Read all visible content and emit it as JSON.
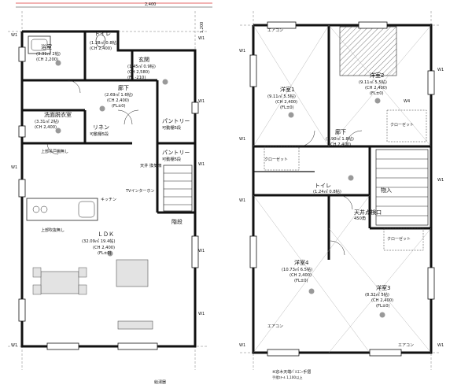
{
  "first_floor": {
    "top_dim": "2,400",
    "side_dim": "1,200",
    "w1_label": "W1",
    "bath": {
      "name": "浴室",
      "area": "(3.31㎡ 2帖)",
      "ch": "(CH 2,200)"
    },
    "toilet": {
      "name": "トイレ",
      "area": "(1.28㎡ 0.8帖)",
      "ch": "(CH 2,400)"
    },
    "entrance": {
      "name": "玄関",
      "area": "(1.45㎡ 0.9帖)",
      "ch": "(CH 2,580)",
      "fl": "(FL -210)"
    },
    "hallway": {
      "name": "廊下",
      "area": "(2.69㎡ 1.6帖)",
      "ch": "(CH 2,400)",
      "fl": "(FL±0)"
    },
    "washroom": {
      "name": "洗面脱衣室",
      "area": "(3.31㎡ 2帖)",
      "ch": "(CH 2,400)"
    },
    "linen": {
      "name": "リネン",
      "detail": "可動棚5段"
    },
    "pantry1": {
      "name": "パントリー",
      "detail": "可動棚5段"
    },
    "pantry2": {
      "name": "パントリー",
      "detail": "可動棚5段"
    },
    "ceiling_storage": "天井 換気扇",
    "stairs_label": "階段",
    "ldk": {
      "name": "ＬＤＫ",
      "area": "(32.09㎡ 19.4帖)",
      "ch": "(CH 2,400)",
      "fl": "(FL±0)"
    },
    "atrium_note": "上部吹抜無し",
    "upper_note": "上部吊戸棚無し",
    "tv_note": "TVインターホン",
    "kitchen_note": "キッチン",
    "bottom_note": "給湯器"
  },
  "second_floor": {
    "w1_label": "W1",
    "w4_label": "W4",
    "room1": {
      "name": "洋室1",
      "area": "(9.11㎡ 5.5帖)",
      "ch": "(CH 2,400)",
      "fl": "(FL±0)"
    },
    "room2": {
      "name": "洋室2",
      "area": "(9.11㎡ 5.5帖)",
      "ch": "(CH 2,400)",
      "fl": "(FL±0)"
    },
    "hallway": {
      "name": "廊下",
      "area": "(2.90㎡ 1.8帖)",
      "ch": "(CH 2,400)"
    },
    "toilet": {
      "name": "トイレ",
      "area": "(1.24㎡ 0.8帖)"
    },
    "storage": {
      "name": "物入"
    },
    "attic": {
      "name": "天井点検口",
      "detail": "450角"
    },
    "room4": {
      "name": "洋室4",
      "area": "(10.73㎡ 6.5帖)",
      "ch": "(CH 2,400)",
      "fl": "(FL±0)"
    },
    "room3": {
      "name": "洋室3",
      "area": "(8.32㎡ 5帖)",
      "ch": "(CH 2,400)",
      "fl": "(FL±0)"
    },
    "closet_label": "クローゼット",
    "aircon_label": "エアコン",
    "bottom_note": "※窓木天端ﾊﾞﾙｺﾆｰ手摺",
    "bottom_note2": "手摺ｽﾁｰﾙ 1,100以上"
  }
}
